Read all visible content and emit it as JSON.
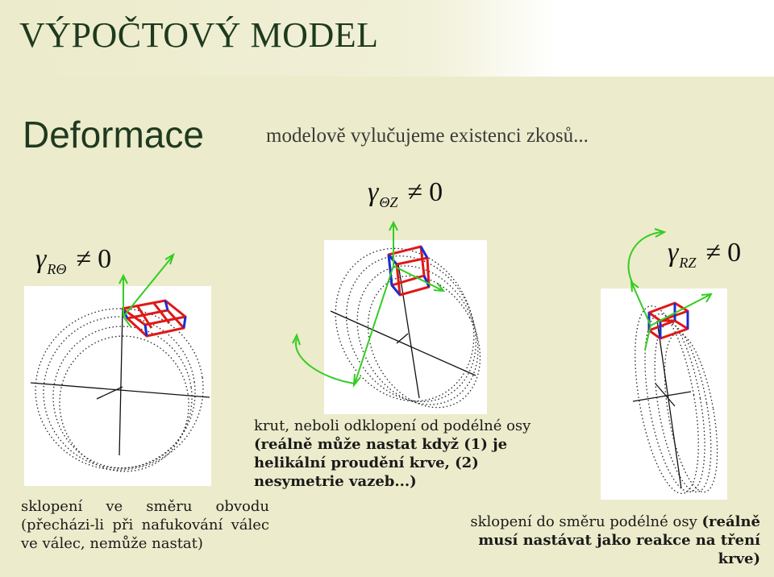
{
  "title": "VÝPOČTOVÝ MODEL",
  "subtitle": "Deformace",
  "note": "modelově vylučujeme existenci zkosů...",
  "equations": {
    "theta_z": {
      "gamma": "γ",
      "sub": "ΘZ",
      "ne": "≠",
      "zero": "0"
    },
    "r_theta": {
      "gamma": "γ",
      "sub": "RΘ",
      "ne": "≠",
      "zero": "0"
    },
    "r_z": {
      "gamma": "γ",
      "sub": "RZ",
      "ne": "≠",
      "zero": "0"
    }
  },
  "captions": {
    "left": "sklopení ve směru obvodu (přecházi-li při nafukování válec ve válec, nemůže nastat)",
    "middle_line1": "krut, neboli odklopení od podélné osy",
    "middle_line2": "(reálně může nastat když (1) je helikální proudění krve, (2) nesymetrie vazeb...)",
    "right_plain": "sklopení do směru podélné osy ",
    "right_bold": "(reálně musí nastávat jako reakce na tření krve)"
  },
  "colors": {
    "title": "#1e3a1e",
    "background": "#ecebcb",
    "frame_red": "#e01818",
    "frame_blue": "#1a2fd0",
    "vector_green": "#33cc22",
    "dots": "#222222"
  }
}
